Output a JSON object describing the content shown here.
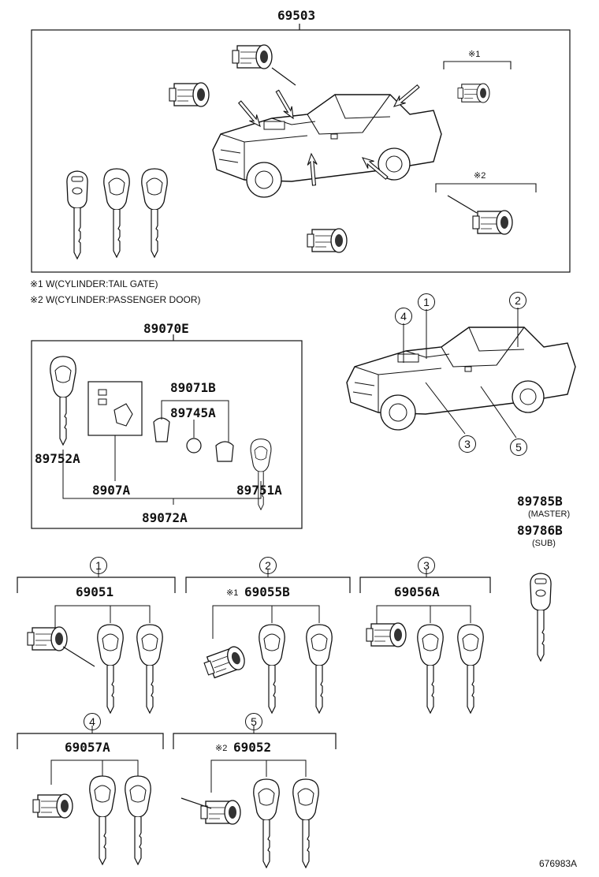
{
  "top_assembly": {
    "part_no": "69503",
    "callout_1_mark": "※1",
    "callout_2_mark": "※2"
  },
  "footnotes": [
    "※1 W(CYLINDER:TAIL GATE)",
    "※2 W(CYLINDER:PASSENGER DOOR)"
  ],
  "kit": {
    "part_no": "89070E",
    "parts": {
      "blank_key": "89752A",
      "remote_board": "8907A",
      "case_assy": "89071B",
      "battery_cover": "89745A",
      "remote_key": "89751A",
      "sub_assy": "89072A"
    }
  },
  "location_markers": [
    "1",
    "2",
    "3",
    "4",
    "5"
  ],
  "master_key": {
    "part_no": "89785B",
    "label": "(MASTER)"
  },
  "sub_key": {
    "part_no": "89786B",
    "label": "(SUB)"
  },
  "sets": [
    {
      "marker": "1",
      "prefix": "",
      "part_no": "69051"
    },
    {
      "marker": "2",
      "prefix": "※1",
      "part_no": "69055B"
    },
    {
      "marker": "3",
      "prefix": "",
      "part_no": "69056A"
    },
    {
      "marker": "4",
      "prefix": "",
      "part_no": "69057A"
    },
    {
      "marker": "5",
      "prefix": "※2",
      "part_no": "69052"
    }
  ],
  "figure_ref": "676983A",
  "icons": [
    "truck-illustration",
    "key-icon",
    "lock-cylinder-icon",
    "remote-fob-icon",
    "arrow-icon"
  ]
}
